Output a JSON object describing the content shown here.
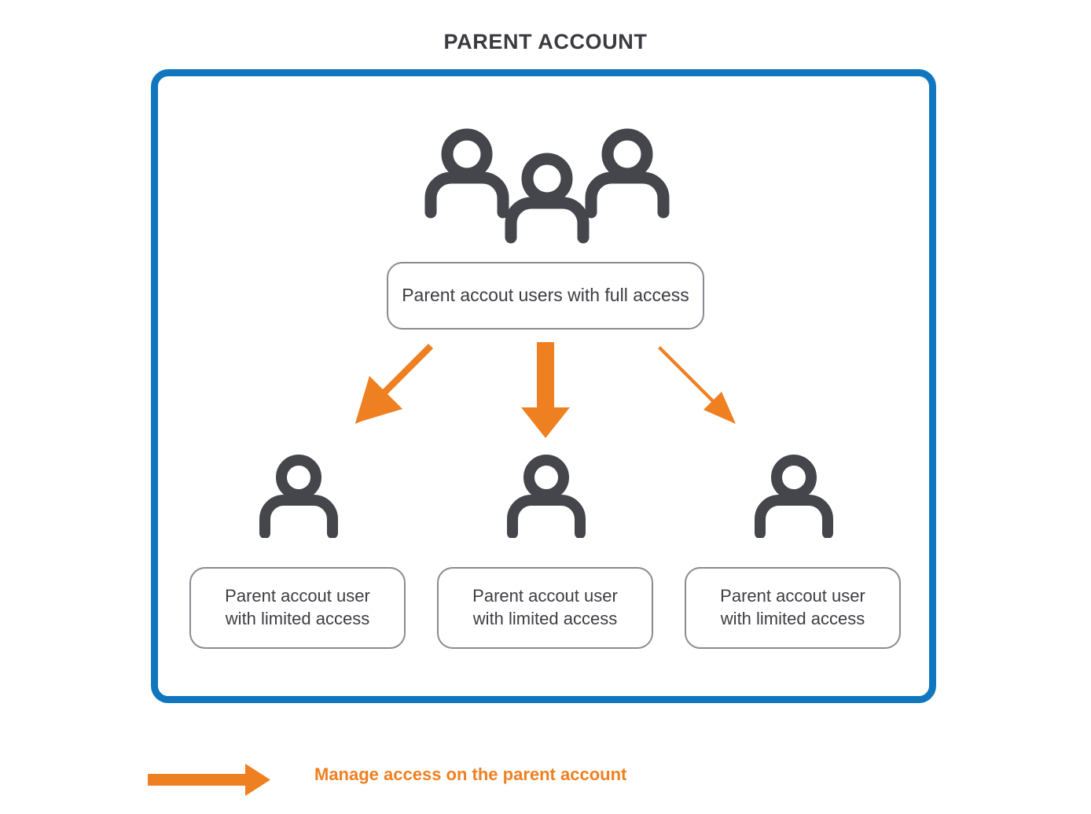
{
  "title": "PARENT ACCOUNT",
  "colors": {
    "container_border": "#1077be",
    "arrow": "#ef8022",
    "legend_text": "#ef8022",
    "icon": "#45454c",
    "box_border": "#8a8a92",
    "title_text": "#3a3a40",
    "box_text": "#3d3d43",
    "background": "#ffffff"
  },
  "container": {
    "top_node": {
      "icon": "group-of-users-icon",
      "label": "Parent accout users with full access"
    },
    "children": [
      {
        "icon": "single-user-icon",
        "label": "Parent accout user\nwith limited access"
      },
      {
        "icon": "single-user-icon",
        "label": "Parent accout user\nwith limited access"
      },
      {
        "icon": "single-user-icon",
        "label": "Parent accout user\nwith limited access"
      }
    ],
    "arrows": [
      {
        "name": "arrow-to-child-1",
        "direction": "down-left"
      },
      {
        "name": "arrow-to-child-2",
        "direction": "down"
      },
      {
        "name": "arrow-to-child-3",
        "direction": "down-right"
      }
    ]
  },
  "legend": {
    "icon": "right-arrow-icon",
    "label": "Manage access on the parent account"
  }
}
